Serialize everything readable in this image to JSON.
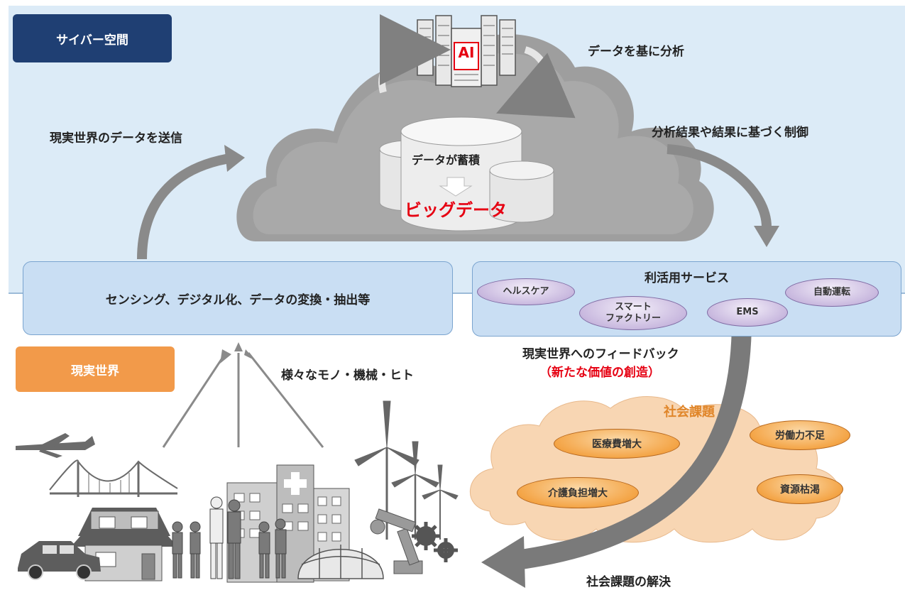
{
  "cyber_label": "サイバー空間",
  "real_label": "現実世界",
  "cloud": {
    "ai_label": "AI",
    "accumulate_label": "データが蓄積",
    "bigdata_label": "ビッグデータ"
  },
  "labels": {
    "analyze": "データを基に分析",
    "send_data": "現実世界のデータを送信",
    "control": "分析結果や結果に基づく制御",
    "things": "様々なモノ・機械・ヒト",
    "social_solution": "社会課題の解決"
  },
  "sensing_box": "センシング、デジタル化、データの変換・抽出等",
  "services": {
    "title": "利活用サービス",
    "items": [
      "ヘルスケア",
      "スマート\nファクトリー",
      "EMS",
      "自動運転"
    ]
  },
  "feedback": {
    "line1": "現実世界へのフィードバック",
    "line2": "（新たな価値の創造）"
  },
  "social": {
    "title": "社会課題",
    "items": [
      "医療費増大",
      "労働力不足",
      "介護負担増大",
      "資源枯渇"
    ]
  },
  "colors": {
    "cyber_bg": "#dcebf7",
    "cyber_tag": "#1f3f73",
    "real_tag": "#f29a4a",
    "bigdata_text": "#e60012",
    "feedback_accent": "#e60012",
    "service_pill": "#c9b9df",
    "social_pill": "#f4a547",
    "social_cloud": "#f8d6b3"
  },
  "icons": [
    "cloud-icon",
    "server-icon",
    "database-icon",
    "airplane-icon",
    "bridge-icon",
    "house-icon",
    "car-icon",
    "people-icon",
    "hospital-icon",
    "building-icon",
    "greenhouse-icon",
    "wind-turbine-icon",
    "robot-arm-icon",
    "gear-icon"
  ]
}
